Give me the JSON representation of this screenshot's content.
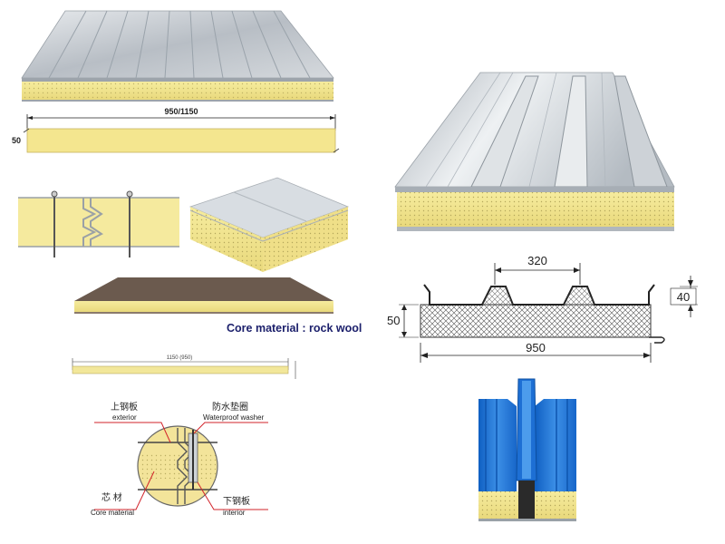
{
  "wall_panel": {
    "width_label": "950/1150",
    "thickness_label": "50"
  },
  "caption": "Core material : rock wool",
  "thin_panel": {
    "width_label": "1150 (950)"
  },
  "detail": {
    "exterior_cn": "上钢板",
    "exterior_en": "exterior",
    "washer_cn": "防水垫圈",
    "washer_en": "Waterproof washer",
    "core_cn": "芯 材",
    "core_en": "Core material",
    "interior_cn": "下钢板",
    "interior_en": "interior"
  },
  "roof_panel": {
    "rib_pitch_label": "320",
    "rib_height_label": "40",
    "thickness_label": "50",
    "width_label": "950"
  },
  "colors": {
    "rock_wool": "#f3e79a",
    "steel_silver": "#c9ced4",
    "steel_blue": "#1f73cf",
    "steel_brown": "#6b5a4e",
    "callout_red": "#d2232a"
  }
}
